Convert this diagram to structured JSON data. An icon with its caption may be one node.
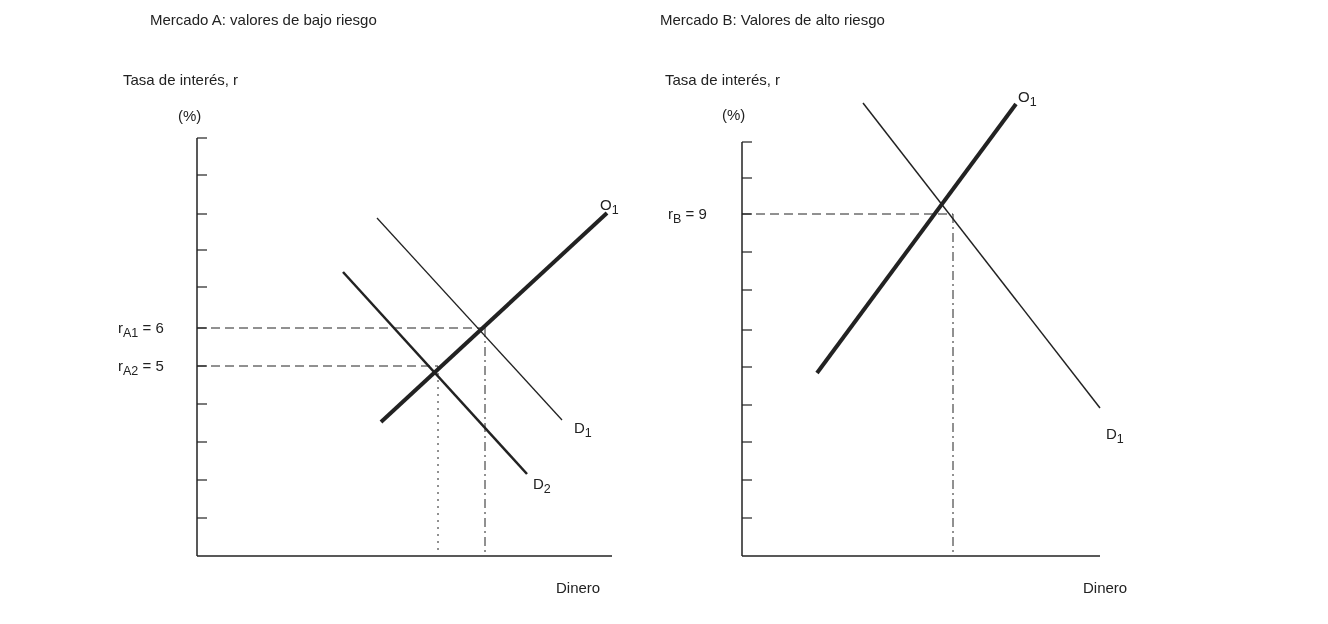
{
  "diagram": {
    "labels": [
      "Mercado A: valores de bajo riesgo",
      "Mercado B: Valores de alto riesgo",
      "Tasa de interés, r",
      "Tasa de interés, r",
      "(%)",
      "(%)",
      "O$_{1}$",
      "r$_{B}$ = 9",
      "O$_{1}$",
      "r$_{A1}$ = 6",
      "r$_{A2}$ = 5",
      "D$_{1}$",
      "D$_{1}$",
      "D$_{2}$",
      "Dinero",
      "Dinero"
    ]
  }
}
